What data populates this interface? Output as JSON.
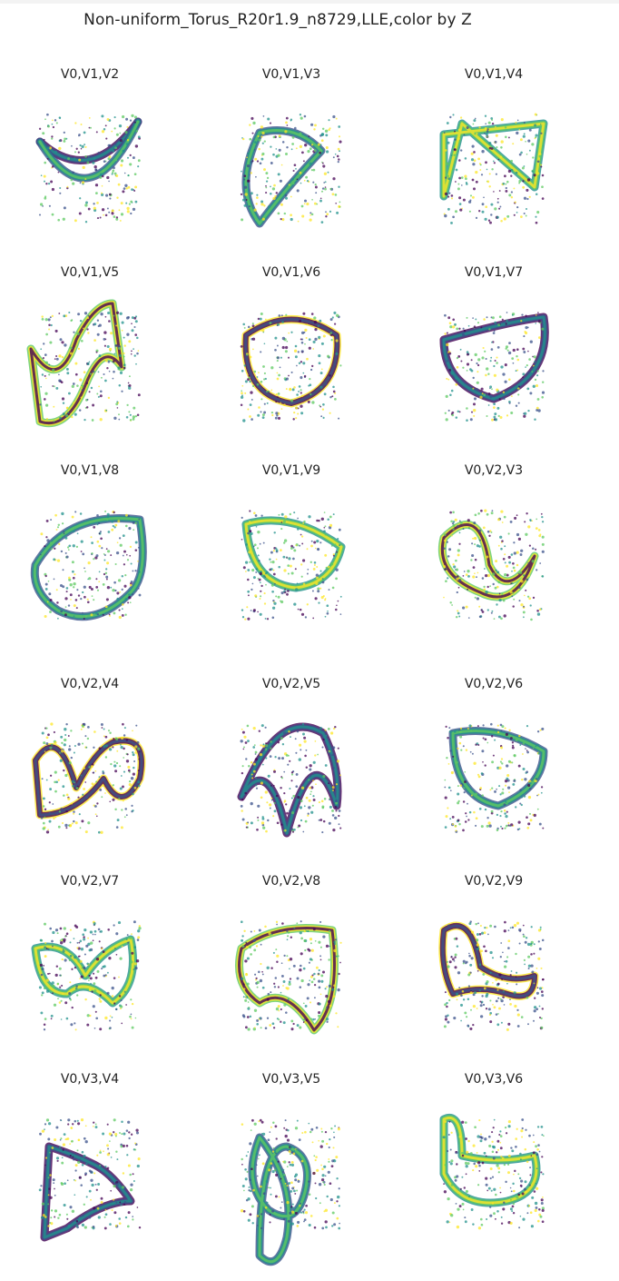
{
  "figure": {
    "title": "Non-uniform_Torus_R20r1.9_n8729,LLE,color by Z"
  },
  "chart_data": {
    "type": "scatter",
    "title": "Non-uniform_Torus_R20r1.9_n8729,LLE,color by Z",
    "color_map": "viridis",
    "color_by": "Z",
    "colors": [
      "#440154",
      "#3b528b",
      "#21918c",
      "#5ec962",
      "#fde725"
    ],
    "axes_visible": false,
    "panels": [
      {
        "label": "V0,V1,V2",
        "shape": "crescent"
      },
      {
        "label": "V0,V1,V3",
        "shape": "loop-twist"
      },
      {
        "label": "V0,V1,V4",
        "shape": "bowtie"
      },
      {
        "label": "V0,V1,V5",
        "shape": "zigzag"
      },
      {
        "label": "V0,V1,V6",
        "shape": "ring-band"
      },
      {
        "label": "V0,V1,V7",
        "shape": "ring-band-tilted"
      },
      {
        "label": "V0,V1,V8",
        "shape": "saddle-band"
      },
      {
        "label": "V0,V1,V9",
        "shape": "saddle-band-small"
      },
      {
        "label": "V0,V2,V3",
        "shape": "figure-eight"
      },
      {
        "label": "V0,V2,V4",
        "shape": "double-loop"
      },
      {
        "label": "V0,V2,V5",
        "shape": "arch-v"
      },
      {
        "label": "V0,V2,V6",
        "shape": "twisted-band"
      },
      {
        "label": "V0,V2,V7",
        "shape": "bowtie-band"
      },
      {
        "label": "V0,V2,V8",
        "shape": "folded-band"
      },
      {
        "label": "V0,V2,V9",
        "shape": "tilted-bowtie"
      },
      {
        "label": "V0,V3,V4",
        "shape": "hook"
      },
      {
        "label": "V0,V3,V5",
        "shape": "figure-eight-vertical"
      },
      {
        "label": "V0,V3,V6",
        "shape": "l-band"
      }
    ]
  }
}
